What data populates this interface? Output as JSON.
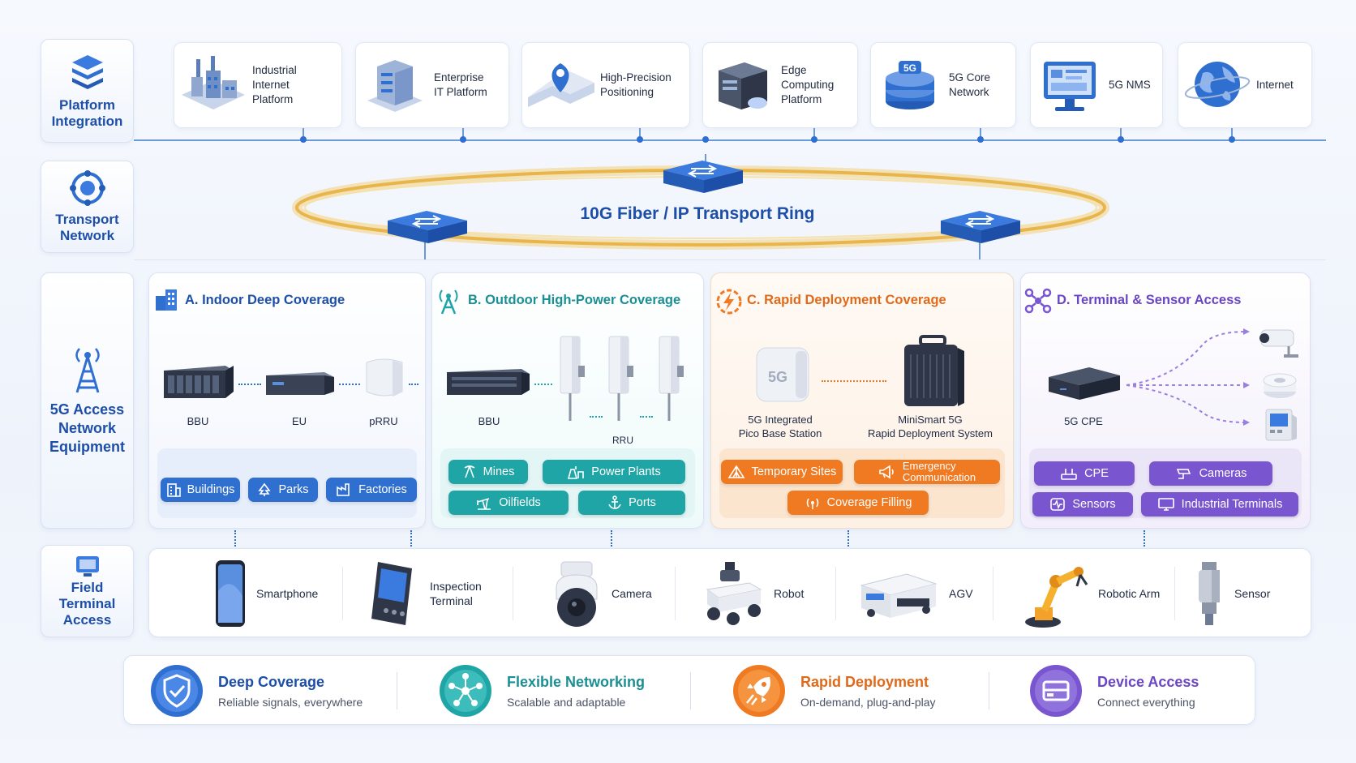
{
  "layers": {
    "platform": "Platform\nIntegration",
    "transport": "Transport\nNetwork",
    "access": "5G Access\nNetwork\nEquipment",
    "field": "Field\nTerminal\nAccess"
  },
  "platforms": [
    {
      "label": "Industrial\nInternet\nPlatform",
      "icon": "factory-icon"
    },
    {
      "label": "Enterprise\nIT Platform",
      "icon": "server-stack-icon"
    },
    {
      "label": "High-Precision\nPositioning",
      "icon": "map-pin-icon"
    },
    {
      "label": "Edge\nComputing\nPlatform",
      "icon": "edge-server-icon"
    },
    {
      "label": "5G Core\nNetwork",
      "icon": "database-5g-icon"
    },
    {
      "label": "5G NMS",
      "icon": "monitor-icon"
    },
    {
      "label": "Internet",
      "icon": "globe-icon"
    }
  ],
  "ring": {
    "title": "10G Fiber / IP Transport Ring"
  },
  "coverage": {
    "a": {
      "title": "A. Indoor Deep Coverage",
      "equipment": [
        "BBU",
        "EU",
        "pRRU"
      ],
      "chips": [
        "Buildings",
        "Parks",
        "Factories"
      ]
    },
    "b": {
      "title": "B. Outdoor High-Power Coverage",
      "equipment": [
        "BBU",
        "RRU"
      ],
      "chips": [
        "Mines",
        "Power Plants",
        "Oilfields",
        "Ports"
      ]
    },
    "c": {
      "title": "C. Rapid Deployment Coverage",
      "equipment": [
        "5G Integrated\nPico Base Station",
        "MiniSmart 5G\nRapid Deployment System"
      ],
      "pico_badge": "5G",
      "chips": [
        "Temporary Sites",
        "Emergency\nCommunication",
        "Coverage Filling"
      ]
    },
    "d": {
      "title": "D. Terminal & Sensor Access",
      "equipment": [
        "5G CPE"
      ],
      "chips": [
        "CPE",
        "Cameras",
        "Sensors",
        "Industrial Terminals"
      ]
    }
  },
  "terminals": [
    {
      "label": "Smartphone",
      "icon": "smartphone-icon"
    },
    {
      "label": "Inspection\nTerminal",
      "icon": "rugged-tablet-icon"
    },
    {
      "label": "Camera",
      "icon": "dome-camera-icon"
    },
    {
      "label": "Robot",
      "icon": "robot-icon"
    },
    {
      "label": "AGV",
      "icon": "agv-icon"
    },
    {
      "label": "Robotic Arm",
      "icon": "robotic-arm-icon"
    },
    {
      "label": "Sensor",
      "icon": "sensor-icon"
    }
  ],
  "features": [
    {
      "title": "Deep Coverage",
      "subtitle": "Reliable signals, everywhere",
      "color": "#2f6fd0",
      "icon": "shield-check-icon"
    },
    {
      "title": "Flexible Networking",
      "subtitle": "Scalable and adaptable",
      "color": "#1fa5a5",
      "icon": "network-hub-icon"
    },
    {
      "title": "Rapid Deployment",
      "subtitle": "On-demand, plug-and-play",
      "color": "#f07a22",
      "icon": "rocket-icon"
    },
    {
      "title": "Device Access",
      "subtitle": "Connect everything",
      "color": "#7a55d0",
      "icon": "device-card-icon"
    }
  ],
  "colors": {
    "blue": "#2f6fd0",
    "teal": "#1fa5a5",
    "orange": "#f07a22",
    "purple": "#7a55d0",
    "ring": "#e8b54a"
  }
}
